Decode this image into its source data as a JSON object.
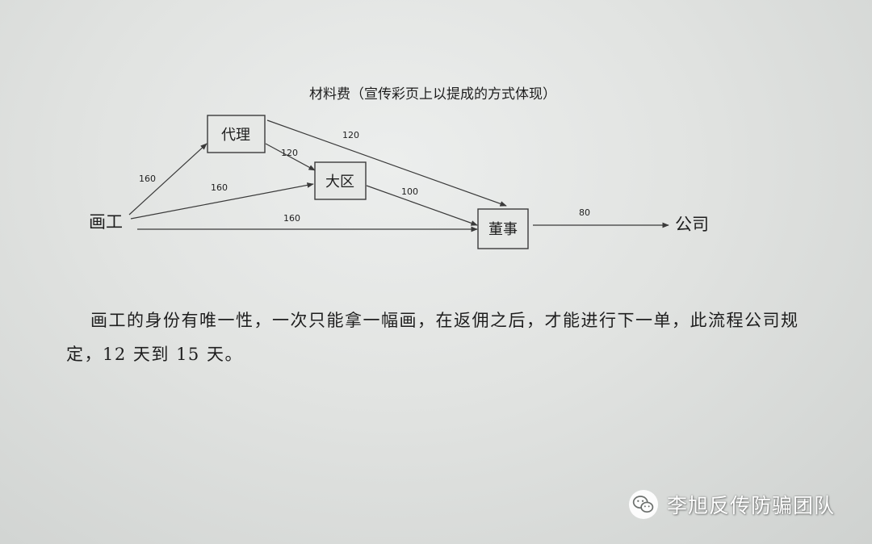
{
  "diagram": {
    "title": "材料费（宣传彩页上以提成的方式体现）",
    "nodes": [
      {
        "id": "painter",
        "label": "画工",
        "boxed": false
      },
      {
        "id": "agent",
        "label": "代理",
        "boxed": true
      },
      {
        "id": "region",
        "label": "大区",
        "boxed": true
      },
      {
        "id": "director",
        "label": "董事",
        "boxed": true
      },
      {
        "id": "company",
        "label": "公司",
        "boxed": false
      }
    ],
    "edges": [
      {
        "from": "painter",
        "to": "agent",
        "label": "160"
      },
      {
        "from": "painter",
        "to": "region",
        "label": "160"
      },
      {
        "from": "painter",
        "to": "director",
        "label": "160"
      },
      {
        "from": "agent",
        "to": "region",
        "label": "120"
      },
      {
        "from": "agent",
        "to": "director",
        "label": "120"
      },
      {
        "from": "region",
        "to": "director",
        "label": "100"
      },
      {
        "from": "director",
        "to": "company",
        "label": "80"
      }
    ]
  },
  "body": {
    "paragraph": "画工的身份有唯一性，一次只能拿一幅画，在返佣之后，才能进行下一单，此流程公司规定，12 天到 15 天。"
  },
  "watermark": {
    "icon": "wechat-icon",
    "text": "李旭反传防骗团队"
  }
}
